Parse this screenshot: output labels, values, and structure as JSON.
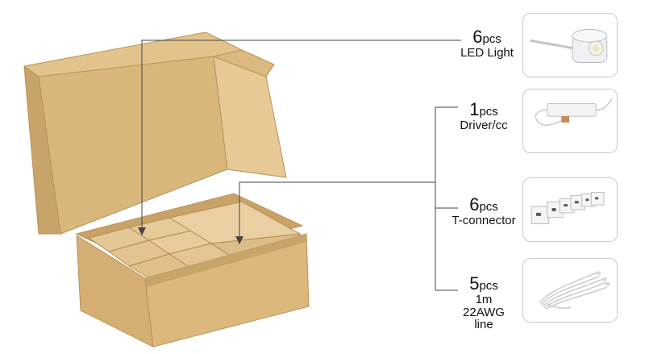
{
  "items": [
    {
      "qty": "6",
      "unit": "pcs",
      "name": "LED Light",
      "icon": "led-light-icon"
    },
    {
      "qty": "1",
      "unit": "pcs",
      "name": "Driver/cc",
      "icon": "driver-icon"
    },
    {
      "qty": "6",
      "unit": "pcs",
      "name": "T-connector",
      "icon": "t-connector-icon"
    },
    {
      "qty": "5",
      "unit": "pcs",
      "name": "1m 22AWG line",
      "icon": "cable-icon"
    }
  ],
  "colors": {
    "cardboard": "#d9b67a",
    "cardboard_dark": "#b8925a",
    "lines": "#444444",
    "thumb_border": "#c9c9c9"
  }
}
